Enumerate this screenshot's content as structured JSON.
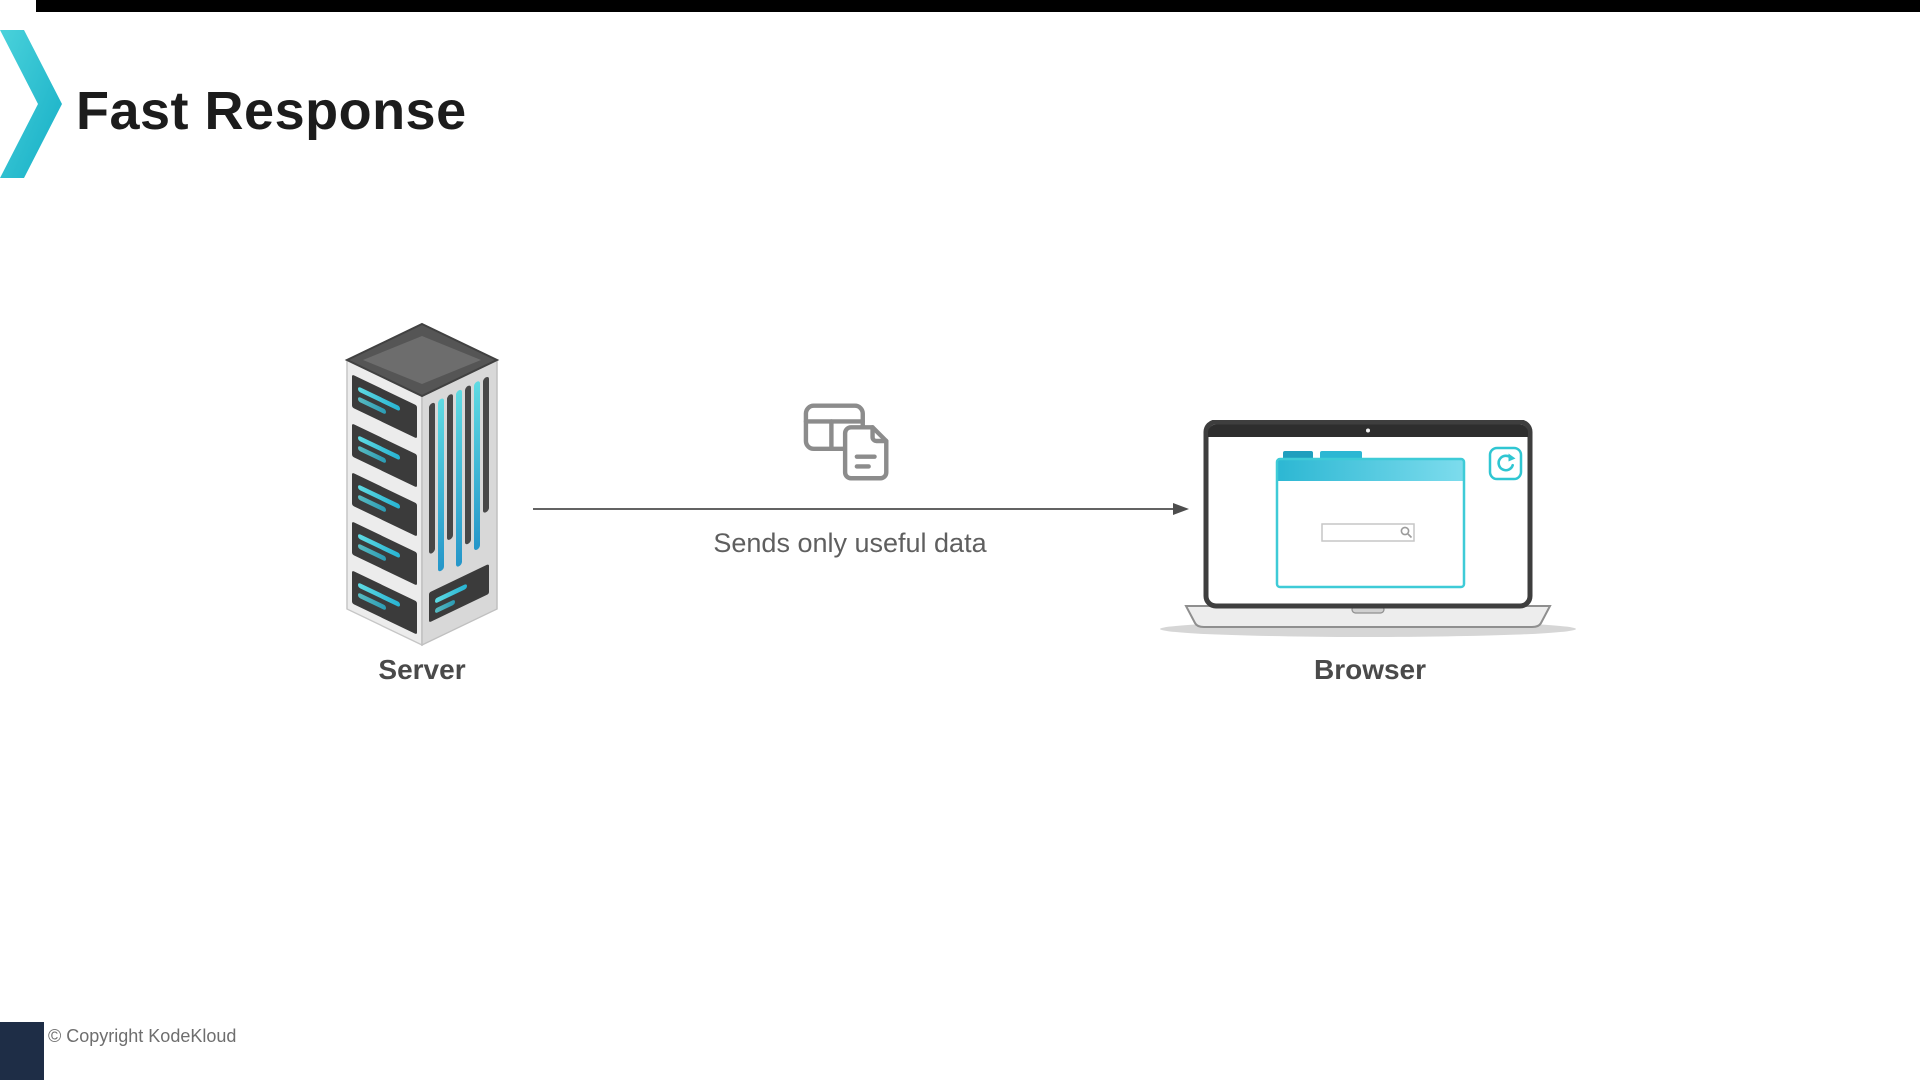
{
  "slide": {
    "title": "Fast Response",
    "copyright": "© Copyright KodeKloud"
  },
  "diagram": {
    "server": {
      "label": "Server"
    },
    "arrow": {
      "caption": "Sends only useful data"
    },
    "browser": {
      "label": "Browser"
    }
  },
  "icons": {
    "logo": "kodekloud-chevron-icon",
    "transfer": "table-document-icon",
    "search": "magnifier-icon",
    "refresh": "refresh-icon"
  },
  "colors": {
    "accent_teal": "#2FC6D2",
    "teal_gradient_start": "#5FDBE3",
    "teal_gradient_end": "#2596C9",
    "top_bar": "#000000",
    "title_text": "#1C1C1C",
    "label_text": "#4A4A4A",
    "caption_text": "#5F5F5F",
    "copyright_text": "#6E6E6E",
    "corner_square": "#1E2D46",
    "icon_gray": "#8C8C8C",
    "arrow_gray": "#4D4D4D"
  }
}
